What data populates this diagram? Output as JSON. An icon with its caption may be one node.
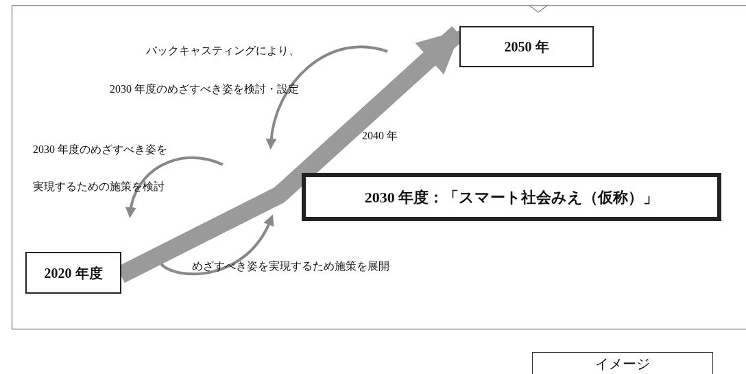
{
  "diagram": {
    "nodes": [
      {
        "text": [
          "2050 年"
        ]
      },
      {
        "text": [
          "2020 年度"
        ]
      },
      {
        "text": [
          "2030 年度：「スマート社会みえ（仮称）」"
        ]
      },
      {
        "text": [
          "イメージ"
        ]
      }
    ],
    "edges": [
      {
        "from": 1,
        "to": 0,
        "arrow": "to"
      }
    ],
    "labels": [
      "バックキャスティングにより、",
      "2030 年度のめざすべき姿を検討・設定",
      "2040 年",
      "2030 年度のめざすべき姿を",
      "実現するための施策を検討",
      "めざすべき姿を実現するため施策を展開"
    ]
  }
}
